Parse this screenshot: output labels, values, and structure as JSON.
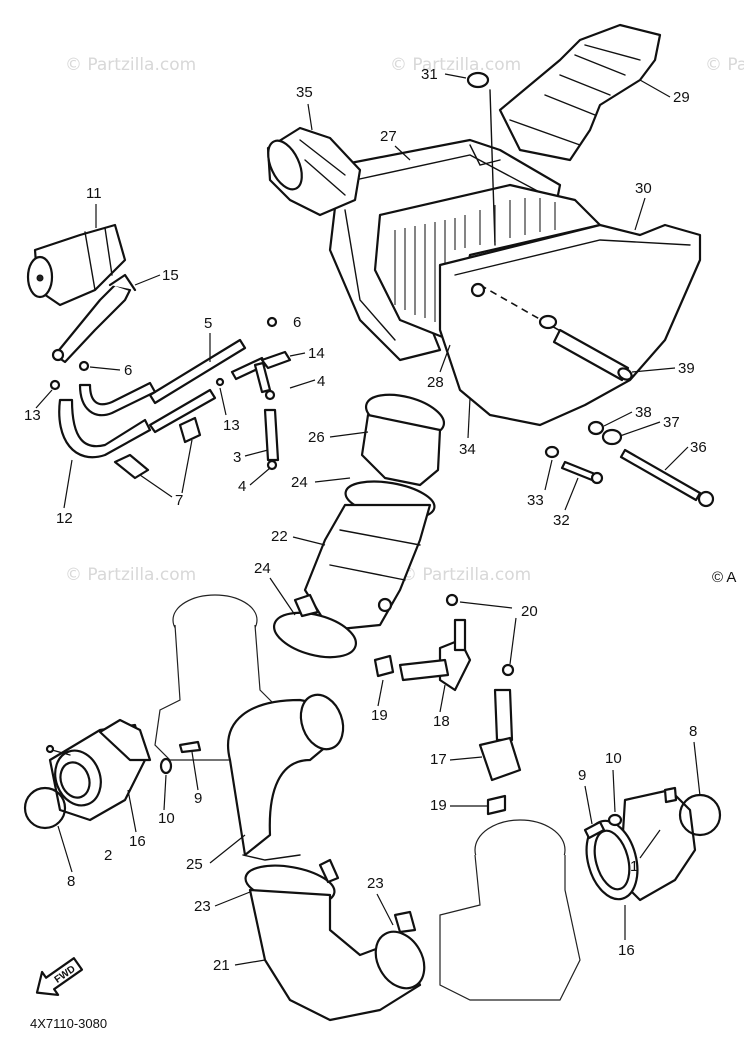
{
  "diagram": {
    "watermark_text": "© Partzilla.com",
    "watermark_edge_text": "© A",
    "drawing_code": "4X7110-3080",
    "direction_arrow": "FWD",
    "callouts": [
      "1",
      "2",
      "3",
      "4",
      "4",
      "5",
      "6",
      "6",
      "7",
      "8",
      "8",
      "9",
      "9",
      "10",
      "10",
      "11",
      "12",
      "13",
      "13",
      "14",
      "15",
      "16",
      "16",
      "17",
      "18",
      "19",
      "19",
      "20",
      "21",
      "22",
      "23",
      "23",
      "24",
      "24",
      "25",
      "26",
      "27",
      "28",
      "29",
      "30",
      "31",
      "32",
      "33",
      "34",
      "35",
      "36",
      "37",
      "38",
      "39"
    ]
  }
}
